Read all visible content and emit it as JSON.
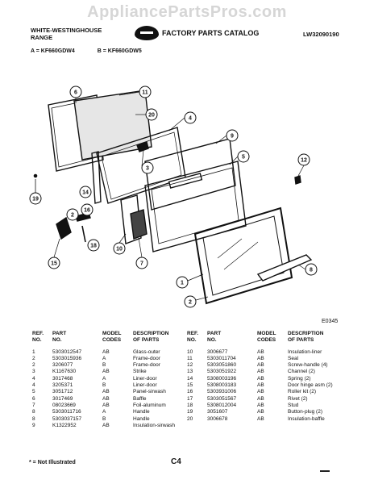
{
  "watermark": "AppliancePartsPros.com",
  "header": {
    "brand_line1": "WHITE-WESTINGHOUSE",
    "brand_line2": "RANGE",
    "catalog_title": "FACTORY PARTS CATALOG",
    "catalog_number": "LW32090190"
  },
  "models": {
    "a": "A = KF660GDW4",
    "b": "B = KF660GDW5"
  },
  "callouts": [
    "6",
    "11",
    "20",
    "4",
    "9",
    "3",
    "5",
    "12",
    "19",
    "14",
    "2",
    "16",
    "18",
    "15",
    "10",
    "7",
    "1",
    "2",
    "8"
  ],
  "figure_code": "E0345",
  "table": {
    "headers": {
      "ref": "REF.\nNO.",
      "part": "PART\nNO.",
      "model": "MODEL\nCODES",
      "desc": "DESCRIPTION\nOF PARTS"
    },
    "left": [
      {
        "ref": "1",
        "part": "5303012547",
        "model": "AB",
        "desc": "Glass-outer"
      },
      {
        "ref": "2",
        "part": "5303015936",
        "model": "A",
        "desc": "Frame-door"
      },
      {
        "ref": "2",
        "part": "3206077",
        "model": "B",
        "desc": "Frame-door"
      },
      {
        "ref": "3",
        "part": "K1167630",
        "model": "AB",
        "desc": "Strike"
      },
      {
        "ref": "4",
        "part": "3017468",
        "model": "A",
        "desc": "Liner-door"
      },
      {
        "ref": "4",
        "part": "3205371",
        "model": "B",
        "desc": "Liner-door"
      },
      {
        "ref": "5",
        "part": "3051712",
        "model": "AB",
        "desc": "Panel-sirwash"
      },
      {
        "ref": "6",
        "part": "3017469",
        "model": "AB",
        "desc": "Baffle"
      },
      {
        "ref": "7",
        "part": "08023669",
        "model": "AB",
        "desc": "Foil-aluminum"
      },
      {
        "ref": "8",
        "part": "5303011716",
        "model": "A",
        "desc": "Handle"
      },
      {
        "ref": "8",
        "part": "5303037157",
        "model": "B",
        "desc": "Handle"
      },
      {
        "ref": "9",
        "part": "K1322952",
        "model": "AB",
        "desc": "Insulation-sirwash"
      }
    ],
    "right": [
      {
        "ref": "10",
        "part": "3006677",
        "model": "AB",
        "desc": "Insulation-liner"
      },
      {
        "ref": "11",
        "part": "5303011704",
        "model": "AB",
        "desc": "Seal"
      },
      {
        "ref": "12",
        "part": "5303051860",
        "model": "AB",
        "desc": "Screw-handle (4)"
      },
      {
        "ref": "13",
        "part": "5303051922",
        "model": "AB",
        "desc": "Channel (2)"
      },
      {
        "ref": "14",
        "part": "5308003196",
        "model": "AB",
        "desc": "Spring (2)"
      },
      {
        "ref": "15",
        "part": "5308003183",
        "model": "AB",
        "desc": "Door hinge asm (2)"
      },
      {
        "ref": "16",
        "part": "5303931006",
        "model": "AB",
        "desc": "Roller kit (2)"
      },
      {
        "ref": "17",
        "part": "5303051567",
        "model": "AB",
        "desc": "Rivet (2)"
      },
      {
        "ref": "18",
        "part": "5308012004",
        "model": "AB",
        "desc": "Stud"
      },
      {
        "ref": "19",
        "part": "3051607",
        "model": "AB",
        "desc": "Button-plug (2)"
      },
      {
        "ref": "20",
        "part": "3006678",
        "model": "AB",
        "desc": "Insulation-baffle"
      }
    ]
  },
  "footer": {
    "note": "* = Not Illustrated",
    "page": "C4"
  }
}
